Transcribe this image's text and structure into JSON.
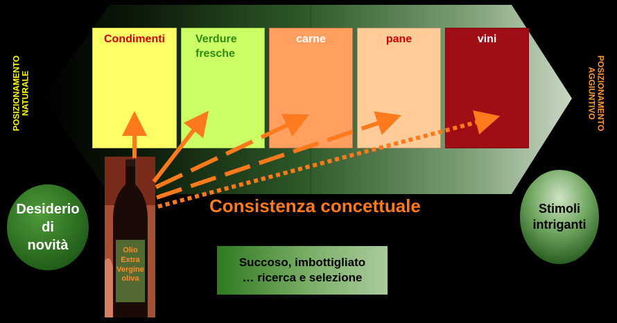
{
  "categories": [
    {
      "label": "Condimenti",
      "bg": "#ffff66",
      "color": "#cc0000"
    },
    {
      "label": "Verdure fresche",
      "bg": "#ccff66",
      "color": "#2e8b10"
    },
    {
      "label": "carne",
      "bg": "#ffa060",
      "color": "#ffffff"
    },
    {
      "label": "pane",
      "bg": "#ffcc99",
      "color": "#cc0000"
    },
    {
      "label": "vini",
      "bg": "#a10d14",
      "color": "#ffffff"
    }
  ],
  "left_axis": {
    "line1": "POSIZIONAMENTO",
    "line2": "NATURALE"
  },
  "right_axis": {
    "line1": "POSIZIONAMENTO",
    "line2": "AGGIUNTIVO"
  },
  "left_circle": {
    "line1": "Desiderio",
    "line2": "di",
    "line3": "novità"
  },
  "right_circle": {
    "line1": "Stimoli",
    "line2": "intriganti"
  },
  "concept_label": "Consistenza concettuale",
  "note": {
    "line1": "Succoso, imbottigliato",
    "line2": "… ricerca e selezione"
  },
  "bottle_label": {
    "line1": "Olio",
    "line2": "Extra",
    "line3": "Vergine",
    "line4": "oliva"
  },
  "colors": {
    "accent": "#ff7a1c",
    "axis_left": "#ffff00",
    "axis_right": "#ff9933"
  }
}
